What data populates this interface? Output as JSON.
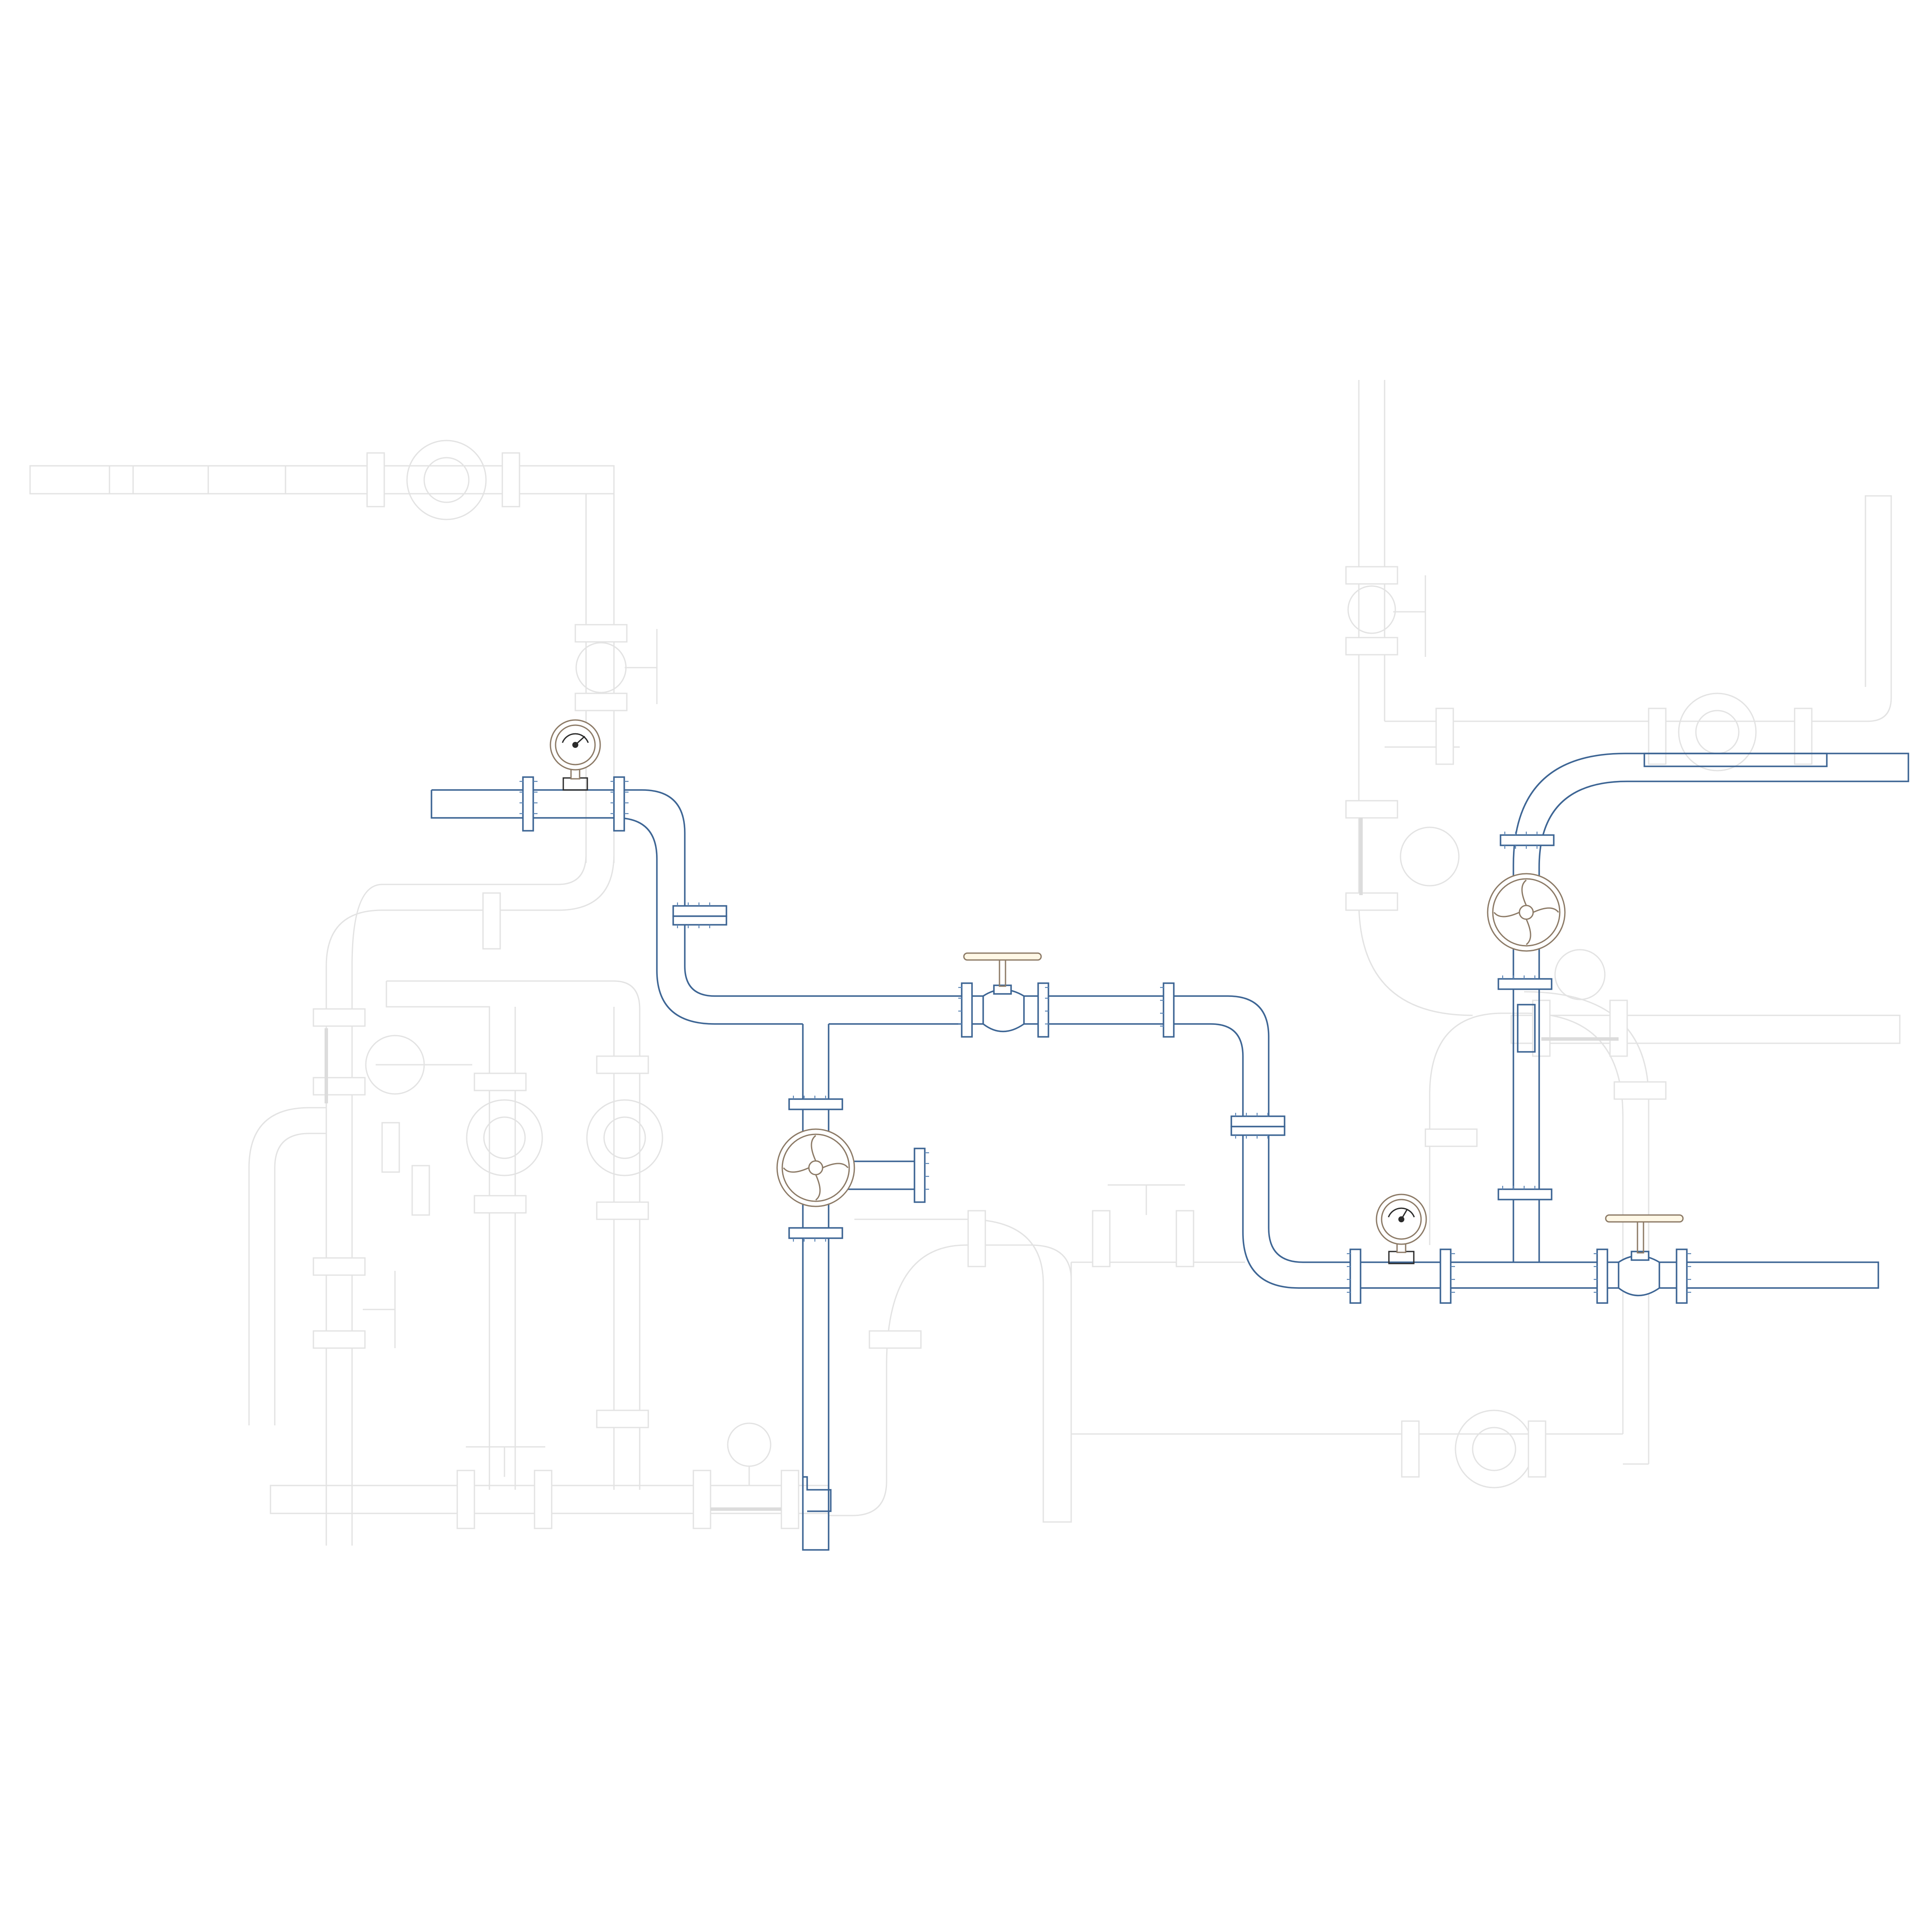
{
  "colors": {
    "background": "#ffffff",
    "main_pipeline": "#3d6594",
    "flange_bolts": "#5a84b4",
    "valve_handwheel_and_gauge_rim": "#8c7a66",
    "gauge_needle": "#2b2b2b",
    "background_piping": "#e3e3e3"
  },
  "layers": [
    "background-piping",
    "main-pipeline"
  ],
  "components": {
    "pressure_gauges": 2,
    "gate_valves": 2,
    "handwheel_valves": 2,
    "flanged_joints": 12
  }
}
